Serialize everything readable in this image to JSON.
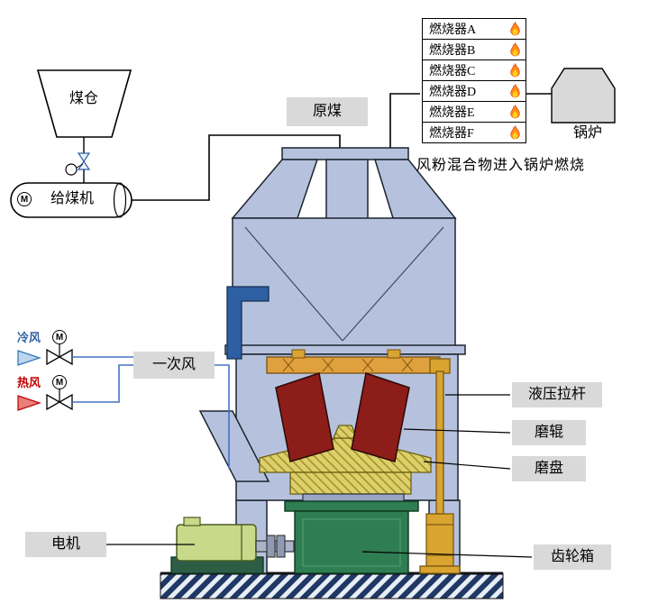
{
  "diagram": {
    "coal_bunker": "煤仓",
    "coal_feeder": "给煤机",
    "raw_coal": "原煤",
    "boiler": "锅炉",
    "mixture_note": "风粉混合物进入锅炉燃烧",
    "cold_air": "冷风",
    "hot_air": "热风",
    "primary_air": "一次风",
    "hydraulic_rod": "液压拉杆",
    "grinding_roller": "磨辊",
    "grinding_disc": "磨盘",
    "motor": "电机",
    "gearbox": "齿轮箱",
    "motor_symbol": "M"
  },
  "burners": [
    {
      "label": "燃烧器A"
    },
    {
      "label": "燃烧器B"
    },
    {
      "label": "燃烧器C"
    },
    {
      "label": "燃烧器D"
    },
    {
      "label": "燃烧器E"
    },
    {
      "label": "燃烧器F"
    }
  ],
  "colors": {
    "label_bg": "#d9d9d9",
    "mill_body": "#b6c2dd",
    "roller": "#8c1d18",
    "beam": "#dfa13d",
    "table": "#ddd06b",
    "gearbox": "#2f7d52",
    "motor_body": "#c8d98a",
    "pipe_blue": "#2e5fa3",
    "air_line": "#4472c4",
    "hydraulic": "#d9a430",
    "ground_hatch": "#1f3864"
  }
}
